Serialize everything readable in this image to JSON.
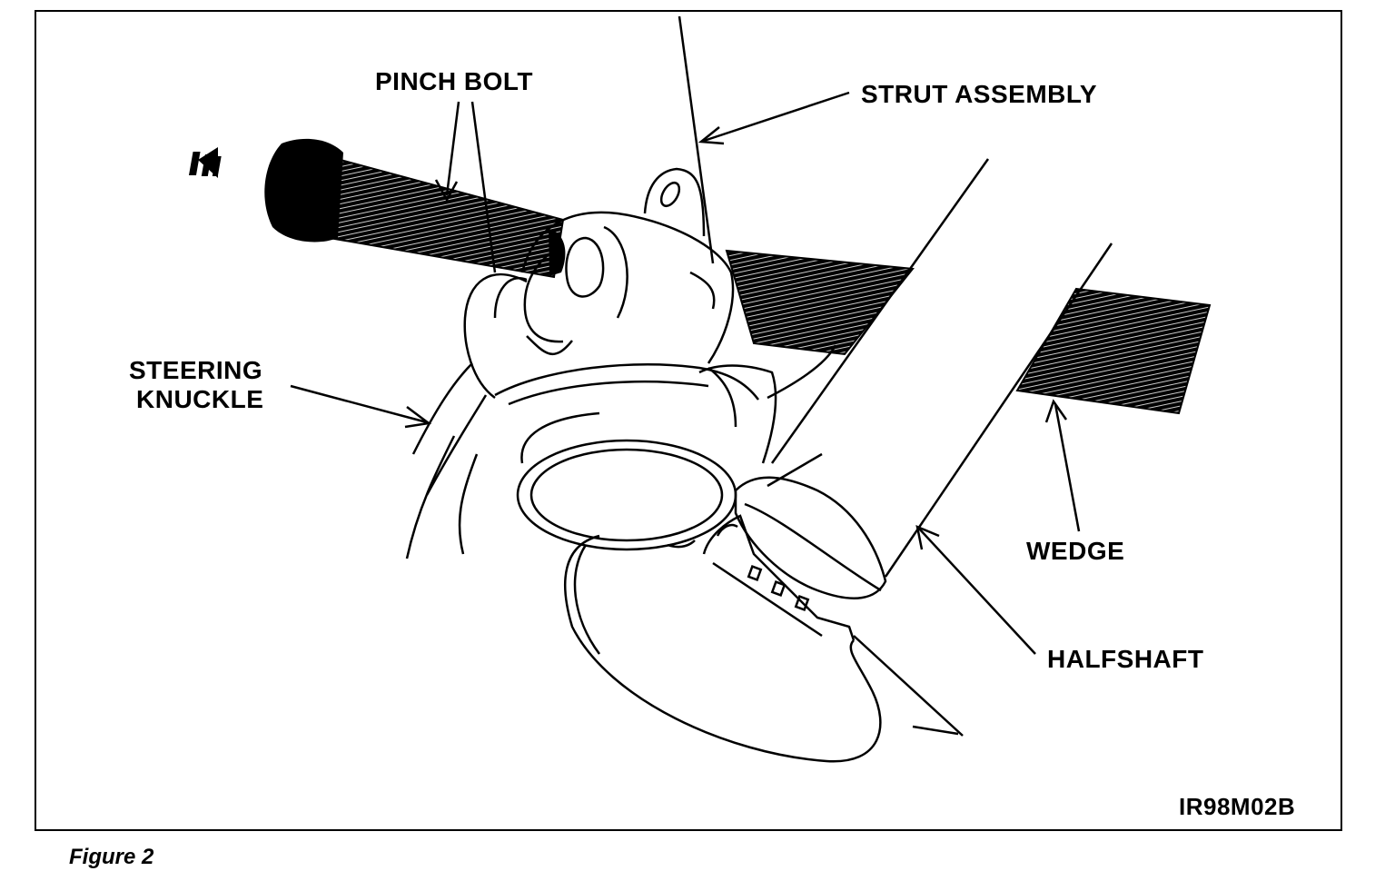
{
  "labels": {
    "pinch_bolt": "PINCH BOLT",
    "strut_assembly": "STRUT ASSEMBLY",
    "steering_knuckle_line1": "STEERING",
    "steering_knuckle_line2": "KNUCKLE",
    "wedge": "WEDGE",
    "halfshaft": "HALFSHAFT",
    "figure_code": "IR98M02B"
  },
  "caption": "Figure 2",
  "colors": {
    "ink": "#000000",
    "paper": "#ffffff",
    "hatch": "#111111"
  }
}
